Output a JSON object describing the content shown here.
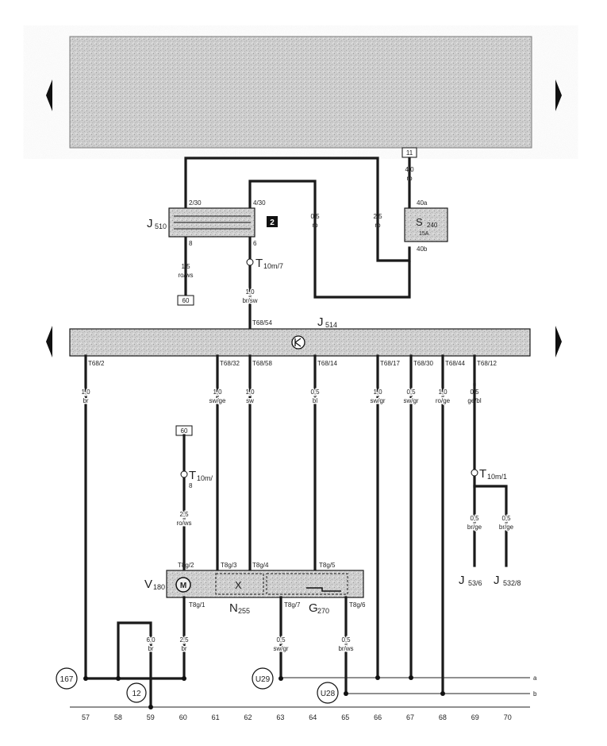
{
  "components": {
    "j510": {
      "name": "J",
      "sub": "510",
      "pin_in": "2/30",
      "pin_out": "8"
    },
    "relay_b": {
      "pin_in": "4/30",
      "pin_out": "6",
      "badge": "2"
    },
    "fuse": {
      "name": "S",
      "sub": "240",
      "rating": "15A",
      "pin_in": "40a",
      "pin_out": "40b"
    },
    "t10m7": {
      "label": "T",
      "sub": "10m/7"
    },
    "j514": {
      "name": "J",
      "sub": "514",
      "top_pin": "T68/54"
    },
    "t10m8": {
      "label": "T",
      "sub": "10m/",
      "sub2": "8"
    },
    "t10m1": {
      "label": "T",
      "sub": "10m/1"
    },
    "v180": {
      "name": "V",
      "sub": "180"
    },
    "n255": {
      "name": "N",
      "sub": "255"
    },
    "g270": {
      "name": "G",
      "sub": "270"
    },
    "x_marker": "X"
  },
  "terminals": {
    "t11": "11",
    "t60a": "60",
    "t60b": "60"
  },
  "wire_specs": {
    "top_right": [
      "4,0",
      "ro"
    ],
    "w05ro": [
      "0,5",
      "ro"
    ],
    "w25ro": [
      "2,5",
      "ro"
    ],
    "w15": [
      "1,5",
      "ro/ws"
    ],
    "w10brsw": [
      "1,0",
      "br/sw"
    ],
    "v25": [
      "2,5",
      "ro/ws"
    ],
    "v25br": [
      "2,5",
      "br"
    ],
    "w60br": [
      "6,0",
      "br"
    ],
    "w05swgr": [
      "0,5",
      "sw/gr"
    ],
    "w05brws": [
      "0,5",
      "br/ws"
    ],
    "j53": [
      "0,5",
      "br/ge"
    ],
    "j532": [
      "0,5",
      "br/ge"
    ]
  },
  "j514_pins": [
    {
      "pin": "T68/2",
      "gauge": "1,0",
      "color": "br"
    },
    {
      "pin": "T68/32",
      "gauge": "1,0",
      "color": "sw/ge"
    },
    {
      "pin": "T68/58",
      "gauge": "1,0",
      "color": "sw"
    },
    {
      "pin": "T68/14",
      "gauge": "0,5",
      "color": "bl"
    },
    {
      "pin": "T68/17",
      "gauge": "1,0",
      "color": "sw/gr"
    },
    {
      "pin": "T68/30",
      "gauge": "0,5",
      "color": "sw/gr"
    },
    {
      "pin": "T68/44",
      "gauge": "1,0",
      "color": "ro/ge"
    },
    {
      "pin": "T68/12",
      "gauge": "0,5",
      "color": "ge/bl"
    }
  ],
  "module_pins": {
    "t8g2": "T8g/2",
    "t8g3": "T8g/3",
    "t8g4": "T8g/4",
    "t8g5": "T8g/5",
    "t8g1": "T8g/1",
    "t8g7": "T8g/7",
    "t8g6": "T8g/6"
  },
  "refs": {
    "j53": {
      "name": "J",
      "sub": "53/6"
    },
    "j532": {
      "name": "J",
      "sub": "532/8"
    }
  },
  "circles": {
    "c167": "167",
    "c12": "12",
    "cU29": "U29",
    "cU28": "U28"
  },
  "bus_labels": {
    "a": "a",
    "b": "b"
  },
  "bottom_numbers": [
    "57",
    "58",
    "59",
    "60",
    "61",
    "62",
    "63",
    "64",
    "65",
    "66",
    "67",
    "68",
    "69",
    "70"
  ]
}
